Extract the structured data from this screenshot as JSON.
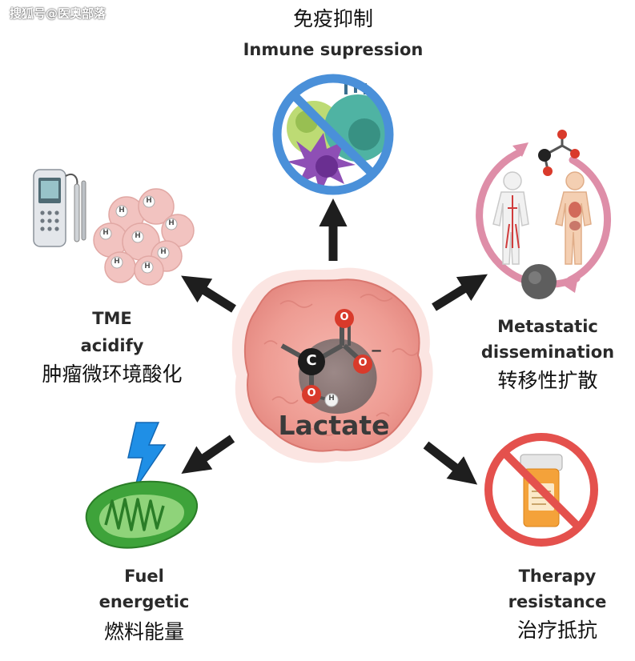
{
  "watermark": "搜狐号@医奥部落",
  "center": {
    "label": "Lactate",
    "atoms": {
      "carbon": "C",
      "oxygen_top": "O",
      "oxygen_right": "O",
      "charge": "−",
      "oxygen_bottom": "O",
      "hydrogen": "H"
    }
  },
  "nodes": {
    "immune": {
      "zh": "免疫抑制",
      "en": "Inmune supression"
    },
    "tme": {
      "en_line1": "TME",
      "en_line2": "acidify",
      "zh": "肿瘤微环境酸化"
    },
    "metastatic": {
      "en_line1": "Metastatic",
      "en_line2": "dissemination",
      "zh": "转移性扩散"
    },
    "fuel": {
      "en_line1": "Fuel",
      "en_line2": "energetic",
      "zh": "燃料能量"
    },
    "therapy": {
      "en_line1": "Therapy",
      "en_line2": "resistance",
      "zh": "治疗抵抗"
    }
  },
  "tme_cells_symbol": "H",
  "colors": {
    "arrow": "#1e1e1e",
    "tumor_outer": "#f0a8a0",
    "tumor_inner": "#e98e86",
    "prohibit_blue": "#4a90d9",
    "prohibit_red": "#e4514d",
    "pill_orange": "#f4a23a",
    "mito_green": "#3ea33a",
    "lightning_blue": "#1f8fe6",
    "cycle_pink": "#de8ea8"
  },
  "icons": [
    "tumor-cell-icon",
    "lactate-molecule-icon",
    "immune-cells-icon",
    "prohibit-icon",
    "ph-meter-icon",
    "acidic-cells-icon",
    "human-body-icon",
    "cycle-arrow-icon",
    "metastatic-cell-icon",
    "mitochondria-icon",
    "lightning-icon",
    "pill-bottle-icon"
  ]
}
